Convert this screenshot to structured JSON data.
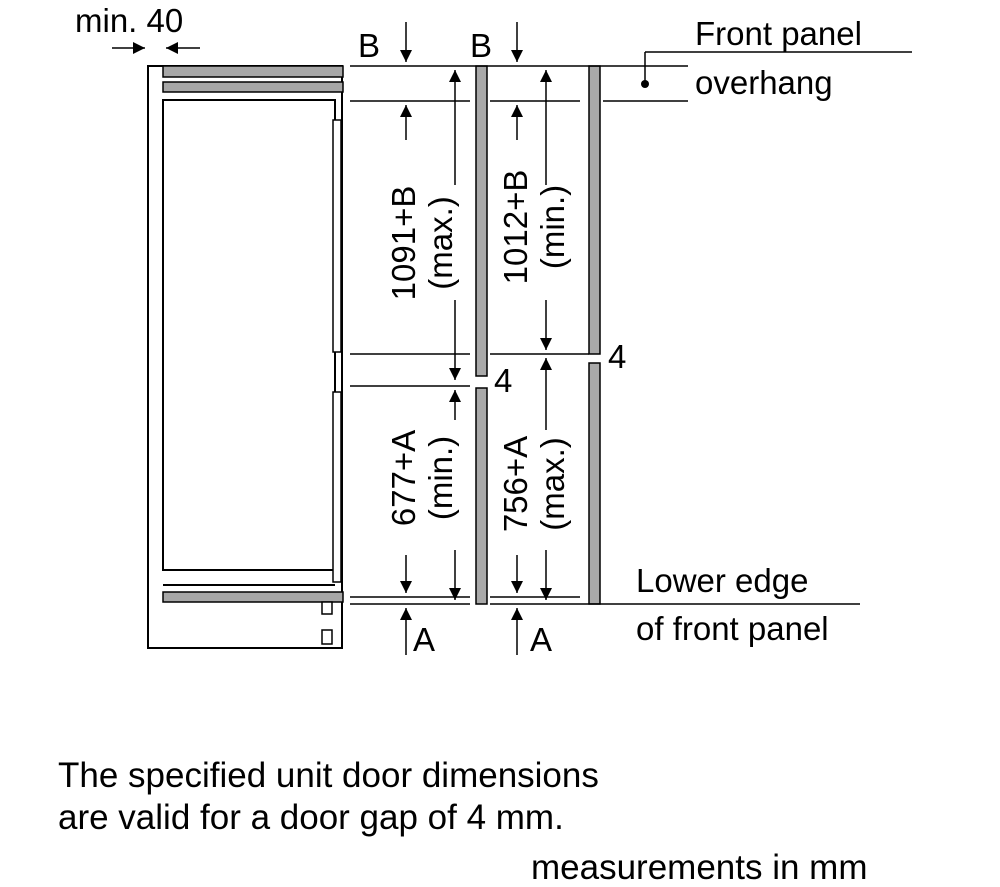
{
  "labels": {
    "min_gap": "min. 40",
    "b_left": "B",
    "b_right": "B",
    "front_overhang_1": "Front panel",
    "front_overhang_2": "overhang",
    "upper_max": "1091+B",
    "upper_max_note": "(max.)",
    "upper_min": "1012+B",
    "upper_min_note": "(min.)",
    "gap_right": "4",
    "gap_left": "4",
    "lower_min": "677+A",
    "lower_min_note": "(min.)",
    "lower_max": "756+A",
    "lower_max_note": "(max.)",
    "lower_edge_1": "Lower edge",
    "lower_edge_2": "of front panel",
    "a_left": "A",
    "a_right": "A"
  },
  "note": {
    "line1": "The specified unit door dimensions",
    "line2": "are valid for a door gap of 4 mm."
  },
  "units": "measurements in mm"
}
